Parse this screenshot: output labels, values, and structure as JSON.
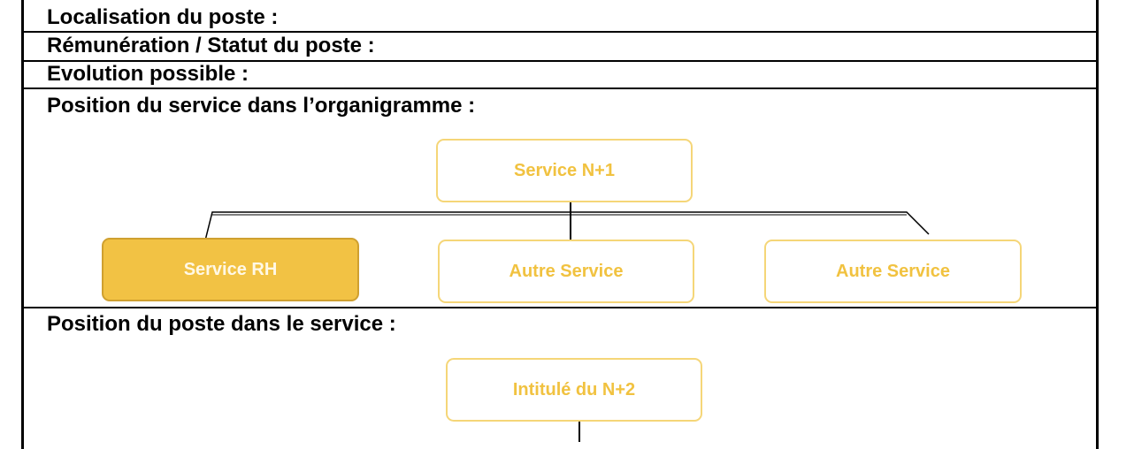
{
  "rows": {
    "localisation": "Localisation du poste :",
    "remuneration": "Rémunération / Statut du poste :",
    "evolution": "Evolution possible :",
    "position_service": "Position du service dans l’organigramme :",
    "position_poste": "Position du poste dans le service :"
  },
  "org_chart": {
    "parent": "Service N+1",
    "children": [
      "Service RH",
      "Autre Service",
      "Autre Service"
    ],
    "highlighted": "Service RH"
  },
  "service_chart": {
    "top": "Intitulé du N+2"
  },
  "colors": {
    "box_border": "#f5d678",
    "box_text": "#f1c240",
    "highlight_fill": "#f2c244"
  }
}
